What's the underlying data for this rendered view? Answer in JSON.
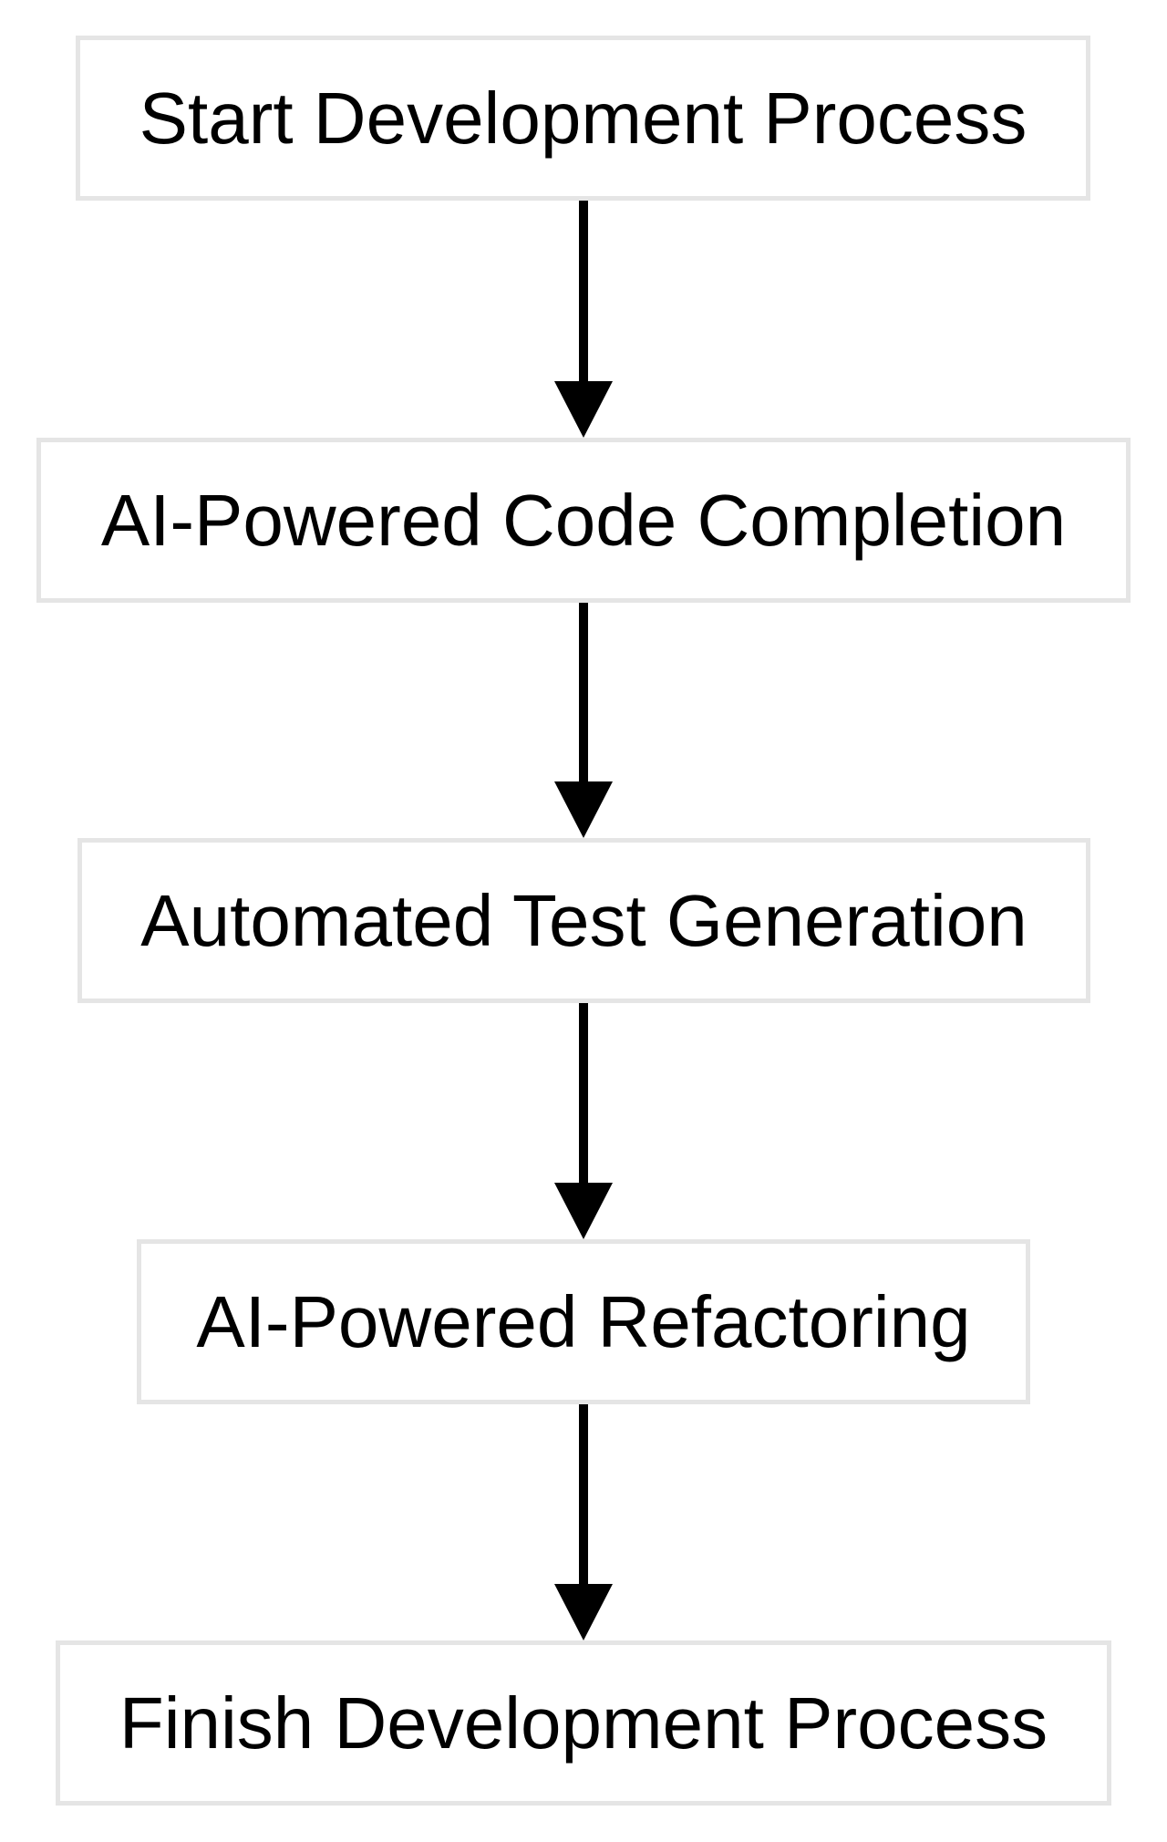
{
  "diagram": {
    "type": "flowchart",
    "direction": "top-to-bottom",
    "colors": {
      "node_border": "#e5e5e5",
      "node_fill": "#ffffff",
      "text": "#000000",
      "edge": "#000000",
      "background": "#ffffff"
    },
    "nodes": [
      {
        "id": "n1",
        "label": "Start Development Process"
      },
      {
        "id": "n2",
        "label": "AI-Powered Code Completion"
      },
      {
        "id": "n3",
        "label": "Automated Test Generation"
      },
      {
        "id": "n4",
        "label": "AI-Powered Refactoring"
      },
      {
        "id": "n5",
        "label": "Finish Development Process"
      }
    ],
    "edges": [
      {
        "from": "n1",
        "to": "n2"
      },
      {
        "from": "n2",
        "to": "n3"
      },
      {
        "from": "n3",
        "to": "n4"
      },
      {
        "from": "n4",
        "to": "n5"
      }
    ]
  }
}
